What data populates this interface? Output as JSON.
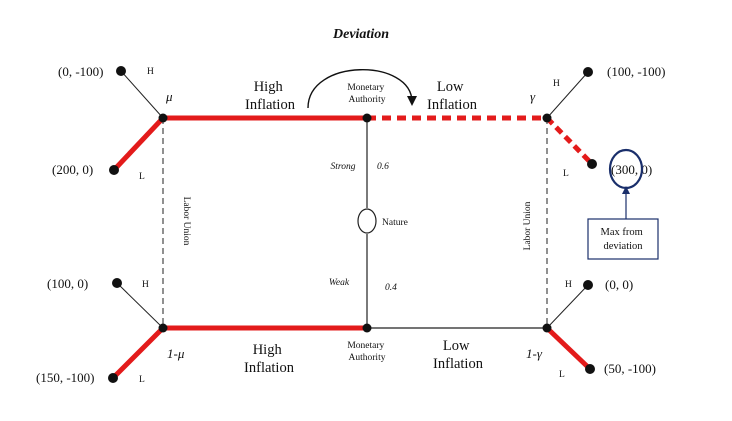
{
  "title": "Deviation",
  "colors": {
    "equilibrium_path": "#e31b1b",
    "line": "#222222",
    "callout": "#1a2f6b"
  },
  "nodes": {
    "mu": "μ",
    "one_minus_mu": "1-μ",
    "gamma": "γ",
    "one_minus_gamma": "1-γ",
    "nature": "Nature",
    "strong": "Strong",
    "weak": "Weak",
    "strong_prob": "0.6",
    "weak_prob": "0.4",
    "monetary_authority_top": [
      "Monetary",
      "Authority"
    ],
    "monetary_authority_bottom": [
      "Monetary",
      "Authority"
    ],
    "labor_union_left": "Labor Union",
    "labor_union_right": "Labor Union"
  },
  "branches": {
    "top_left": [
      "High",
      "Inflation"
    ],
    "top_right": [
      "Low",
      "Inflation"
    ],
    "bottom_left": [
      "High",
      "Inflation"
    ],
    "bottom_right": [
      "Low",
      "Inflation"
    ]
  },
  "actions": {
    "h": "H",
    "l": "L"
  },
  "payoffs": {
    "top_left_h": "(0, -100)",
    "top_left_l": "(200, 0)",
    "top_right_h": "(100, -100)",
    "top_right_l": "(300, 0)",
    "bottom_left_h": "(100, 0)",
    "bottom_left_l": "(150, -100)",
    "bottom_right_h": "(0, 0)",
    "bottom_right_l": "(50, -100)"
  },
  "callout": [
    "Max from",
    "deviation"
  ]
}
